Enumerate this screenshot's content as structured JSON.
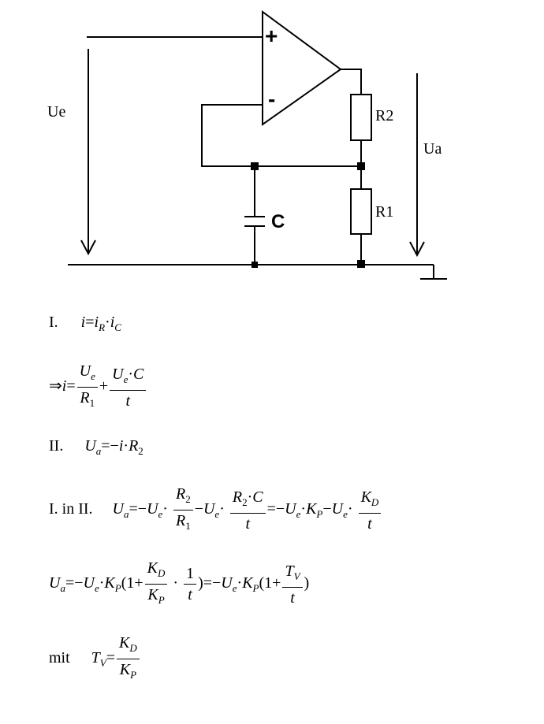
{
  "circuit": {
    "ue_label": "Ue",
    "ua_label": "Ua",
    "r1_label": "R1",
    "r2_label": "R2",
    "c_label": "C",
    "plus_sign": "+",
    "minus_sign": "-"
  },
  "equations": {
    "step1_label": "I.",
    "step2_label": "II.",
    "step3_label": "I. in II.",
    "mit_label": "mit"
  }
}
